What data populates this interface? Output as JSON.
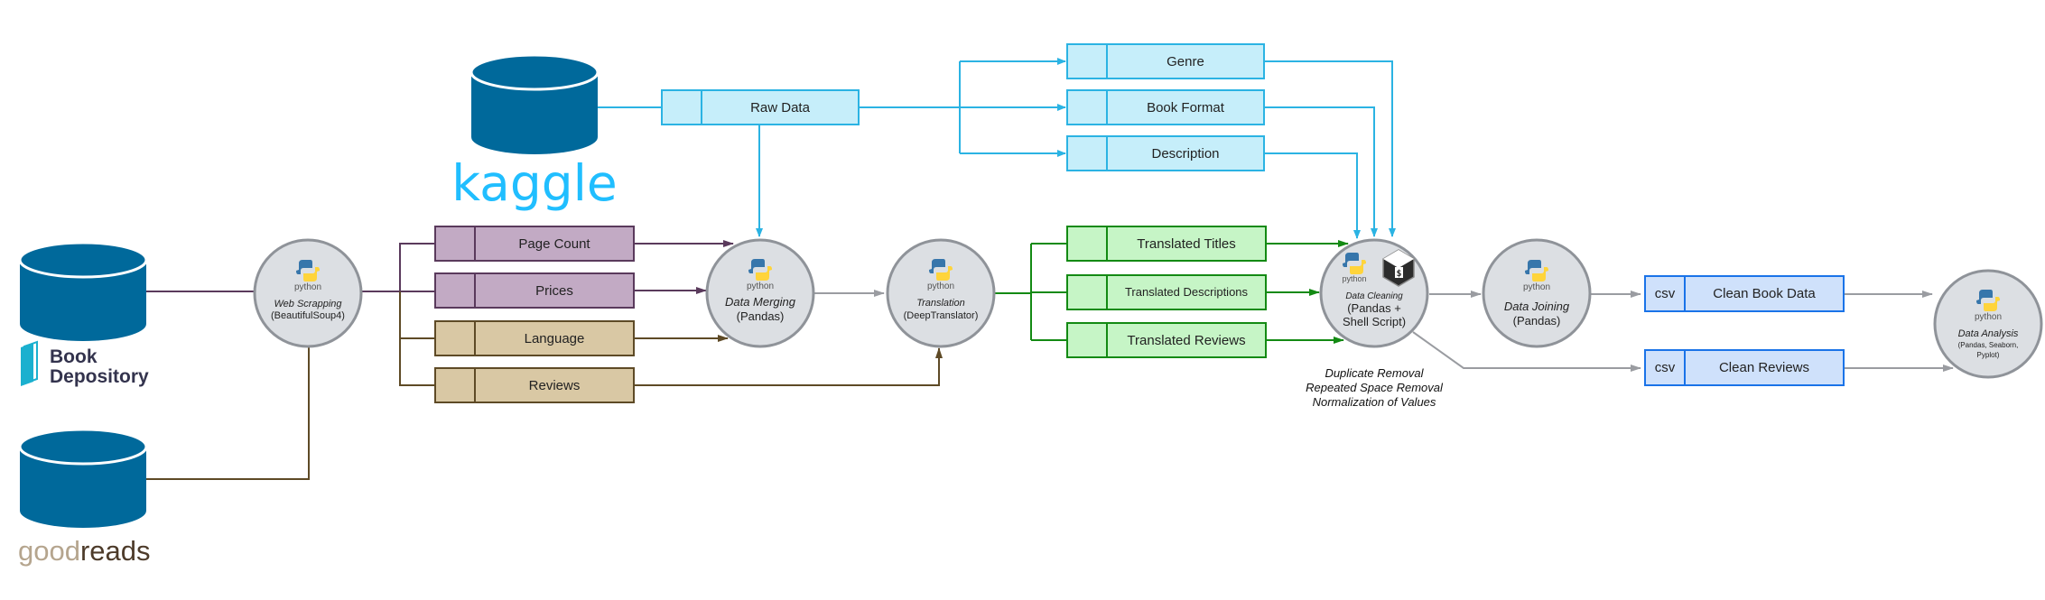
{
  "sources": {
    "kaggle": {
      "logo_text": "kaggle"
    },
    "book_depository": {
      "logo_line1": "Book",
      "logo_line2": "Depository"
    },
    "goodreads": {
      "logo_part1": "good",
      "logo_part2": "reads"
    }
  },
  "stores": {
    "raw_data": {
      "label": "Raw Data"
    },
    "genre": {
      "label": "Genre"
    },
    "book_format": {
      "label": "Book Format"
    },
    "description": {
      "label": "Description"
    },
    "page_count": {
      "label": "Page Count"
    },
    "prices": {
      "label": "Prices"
    },
    "language": {
      "label": "Language"
    },
    "reviews": {
      "label": "Reviews"
    },
    "translated_titles": {
      "label": "Translated Titles"
    },
    "translated_descriptions": {
      "label": "Translated Descriptions"
    },
    "translated_reviews": {
      "label": "Translated Reviews"
    },
    "clean_book_data": {
      "prefix": "csv",
      "label": "Clean Book Data"
    },
    "clean_reviews": {
      "prefix": "csv",
      "label": "Clean Reviews"
    }
  },
  "processes": {
    "python_badge": "python",
    "web_scrapping": {
      "title": "Web Scrapping",
      "sub": "(BeautifulSoup4)"
    },
    "data_merging": {
      "title": "Data Merging",
      "sub": "(Pandas)"
    },
    "translation": {
      "title": "Translation",
      "sub": "(DeepTranslator)"
    },
    "data_cleaning": {
      "title": "Data Cleaning",
      "sub1": "(Pandas +",
      "sub2": "Shell Script)"
    },
    "data_joining": {
      "title": "Data Joining",
      "sub": "(Pandas)"
    },
    "data_analysis": {
      "title": "Data Analysis",
      "sub1": "(Pandas, Seaborn,",
      "sub2": "Pyplot)"
    }
  },
  "notes": {
    "cleaning": [
      "Duplicate Removal",
      "Repeated Space Removal",
      "Normalization of Values"
    ]
  },
  "colors": {
    "db_blue": "#00699b",
    "kaggle_blue": "#20beff",
    "cyan_fill": "#c6eefa",
    "cyan_stroke": "#2bb3e3",
    "purple_fill": "#c2aac4",
    "purple_stroke": "#5a3a5c",
    "tan_fill": "#d9c8a4",
    "tan_stroke": "#5e4a26",
    "green_fill": "#c6f5c6",
    "green_stroke": "#138a13",
    "blue_fill": "#cfe1fb",
    "blue_stroke": "#1a73e8",
    "circle_fill": "#dcdfe3",
    "circle_stroke": "#8f9399",
    "gray_arrow": "#9a9ca1"
  }
}
